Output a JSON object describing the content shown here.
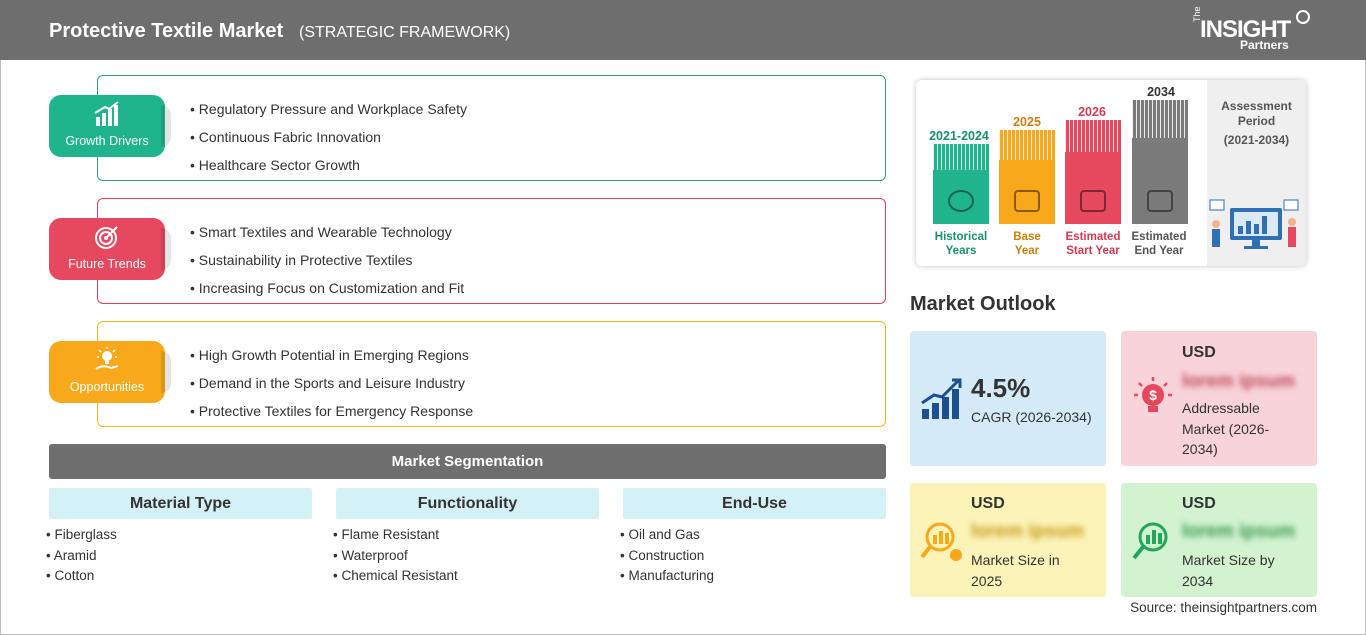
{
  "header": {
    "title": "Protective Textile Market",
    "subtitle": "(STRATEGIC FRAMEWORK)",
    "logo_the": "The",
    "logo_word": "INSIGHT",
    "logo_partners": "Partners"
  },
  "framework": {
    "growth_drivers": {
      "label": "Growth Drivers",
      "color": "#20b48d",
      "items": [
        "Regulatory Pressure and Workplace Safety",
        "Continuous Fabric Innovation",
        "Healthcare Sector Growth"
      ]
    },
    "future_trends": {
      "label": "Future Trends",
      "color": "#e6485f",
      "items": [
        "Smart Textiles and Wearable Technology",
        "Sustainability in Protective Textiles",
        "Increasing Focus on Customization and Fit"
      ]
    },
    "opportunities": {
      "label": "Opportunities",
      "color": "#f7a81b",
      "items": [
        "High Growth Potential in Emerging Regions",
        "Demand in the Sports and Leisure Industry",
        "Protective Textiles for Emergency Response"
      ]
    }
  },
  "segmentation": {
    "title": "Market Segmentation",
    "columns": [
      {
        "heading": "Material Type",
        "items": [
          "Fiberglass",
          "Aramid",
          "Cotton"
        ]
      },
      {
        "heading": "Functionality",
        "items": [
          "Flame Resistant",
          "Waterproof",
          "Chemical Resistant"
        ]
      },
      {
        "heading": "End-Use",
        "items": [
          "Oil and Gas",
          "Construction",
          "Manufacturing"
        ]
      }
    ]
  },
  "timeline": {
    "periods": [
      {
        "year": "2021-2024",
        "label_1": "Historical",
        "label_2": "Years",
        "color": "#20b48d",
        "icon": "history-icon"
      },
      {
        "year": "2025",
        "label_1": "Base",
        "label_2": "Year",
        "color": "#f7a81b",
        "icon": "calendar-icon"
      },
      {
        "year": "2026",
        "label_1": "Estimated",
        "label_2": "Start Year",
        "color": "#e6485f",
        "icon": "start-flag-icon"
      },
      {
        "year": "2034",
        "label_1": "Estimated",
        "label_2": "End Year",
        "color": "#7a7a7a",
        "icon": "presentation-icon"
      }
    ],
    "assessment_label_1": "Assessment",
    "assessment_label_2": "Period",
    "assessment_range": "(2021-2034)"
  },
  "outlook": {
    "title": "Market Outlook",
    "cagr": {
      "value": "4.5%",
      "label": "CAGR (2026-2034)",
      "icon": "growth-chart-icon"
    },
    "addressable": {
      "currency": "USD",
      "value": "lorem ipsum",
      "label_1": "Addressable",
      "label_2": "Market (2026-",
      "label_3": "2034)",
      "icon": "dollar-bulb-icon"
    },
    "size_2025": {
      "currency": "USD",
      "value": "lorem ipsum",
      "label_1": "Market Size in",
      "label_2": "2025",
      "icon": "money-magnifier-icon"
    },
    "size_2034": {
      "currency": "USD",
      "value": "lorem ipsum",
      "label_1": "Market Size by",
      "label_2": "2034",
      "icon": "chart-magnifier-icon"
    }
  },
  "source": "Source: theinsightpartners.com"
}
